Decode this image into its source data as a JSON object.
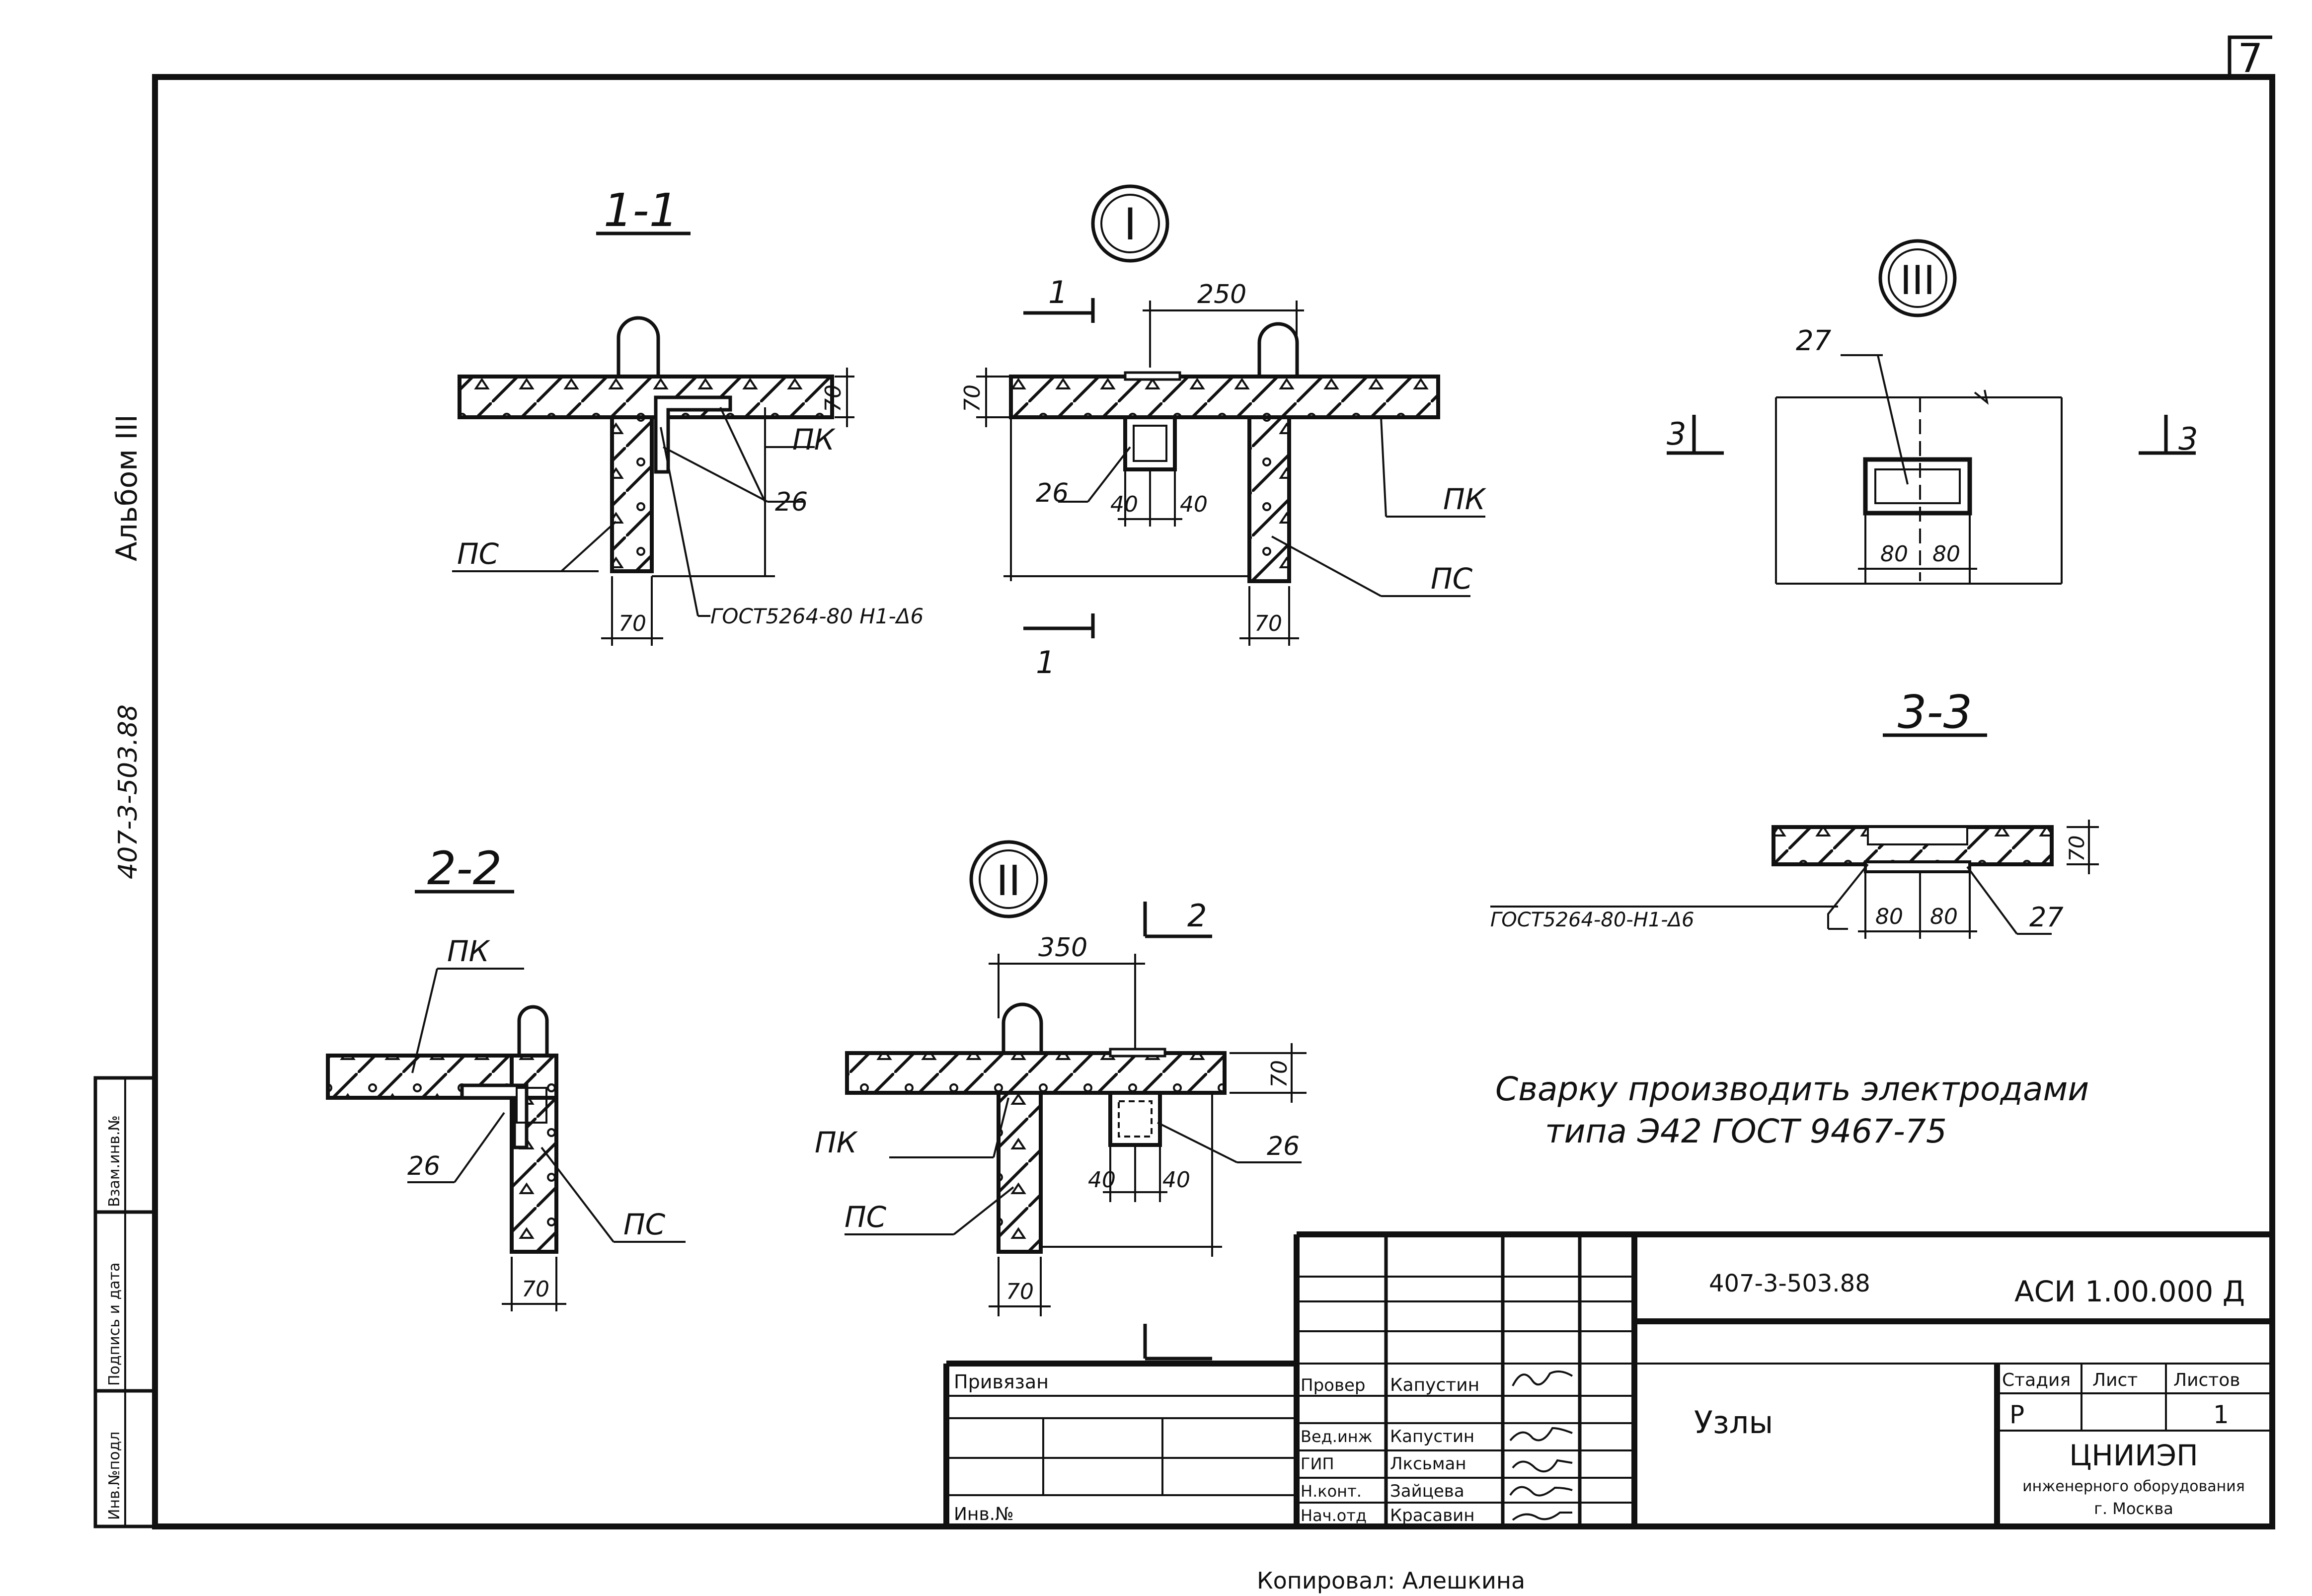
{
  "sheet": {
    "page_number": "7",
    "album_label": "Альбом III",
    "side_code": "407-3-503.88",
    "left_stamp": [
      "Инв.№подл",
      "Подпись и дата",
      "Взам.инв.№"
    ],
    "copied_by": "Копировал: Алешкина"
  },
  "views": {
    "section_1_1": {
      "title": "1-1",
      "labels": {
        "pk": "ПК",
        "ps": "ПС",
        "item": "26",
        "dim_70_h": "70",
        "dim_70_w": "70",
        "weld": "ГОСТ5264-80 Н1-Δ6"
      }
    },
    "node_1": {
      "marker": "I",
      "labels": {
        "dim_250": "250",
        "dim_70_h": "70",
        "pk": "ПК",
        "ps": "ПС",
        "item": "26",
        "dim_40a": "40",
        "dim_40b": "40",
        "dim_70_w": "70",
        "cut_top": "1",
        "cut_bottom": "1"
      }
    },
    "node_3": {
      "marker": "III",
      "labels": {
        "item": "27",
        "dim_80a": "80",
        "dim_80b": "80",
        "cut_left": "3",
        "cut_right": "3"
      }
    },
    "section_3_3": {
      "title": "3-3",
      "labels": {
        "weld": "ГОСТ5264-80-Н1-Δ6",
        "dim_80a": "80",
        "dim_80b": "80",
        "item": "27",
        "dim_70_h": "70"
      }
    },
    "section_2_2": {
      "title": "2-2",
      "labels": {
        "pk": "ПК",
        "item": "26",
        "ps": "ПС",
        "dim_70_w": "70"
      }
    },
    "node_2": {
      "marker": "II",
      "labels": {
        "dim_350": "350",
        "dim_70_h": "70",
        "pk": "ПК",
        "ps": "ПС",
        "item": "26",
        "dim_40a": "40",
        "dim_40b": "40",
        "dim_70_w": "70",
        "cut": "2"
      }
    }
  },
  "note": {
    "line1": "Сварку производить электродами",
    "line2": "типа Э42 ГОСТ 9467-75"
  },
  "title_block": {
    "doc_code": "407-3-503.88",
    "drawing_code": "АСИ 1.00.000 Д",
    "privyazan": "Привязан",
    "inv_no": "Инв.№",
    "roles": [
      {
        "role": "Провер",
        "name": "Капустин"
      },
      {
        "role": "Вед.инж",
        "name": "Капустин"
      },
      {
        "role": "ГИП",
        "name": "Лксьман"
      },
      {
        "role": "Н.конт.",
        "name": "Зайцева"
      },
      {
        "role": "Нач.отд",
        "name": "Красавин"
      }
    ],
    "sheet_title": "Узлы",
    "headers": {
      "stage": "Стадия",
      "sheet": "Лист",
      "sheets": "Листов"
    },
    "values": {
      "stage": "Р",
      "sheet": "",
      "sheets": "1"
    },
    "org_name": "ЦНИИЭП",
    "org_sub": "инженерного оборудования",
    "org_city": "г. Москва"
  }
}
